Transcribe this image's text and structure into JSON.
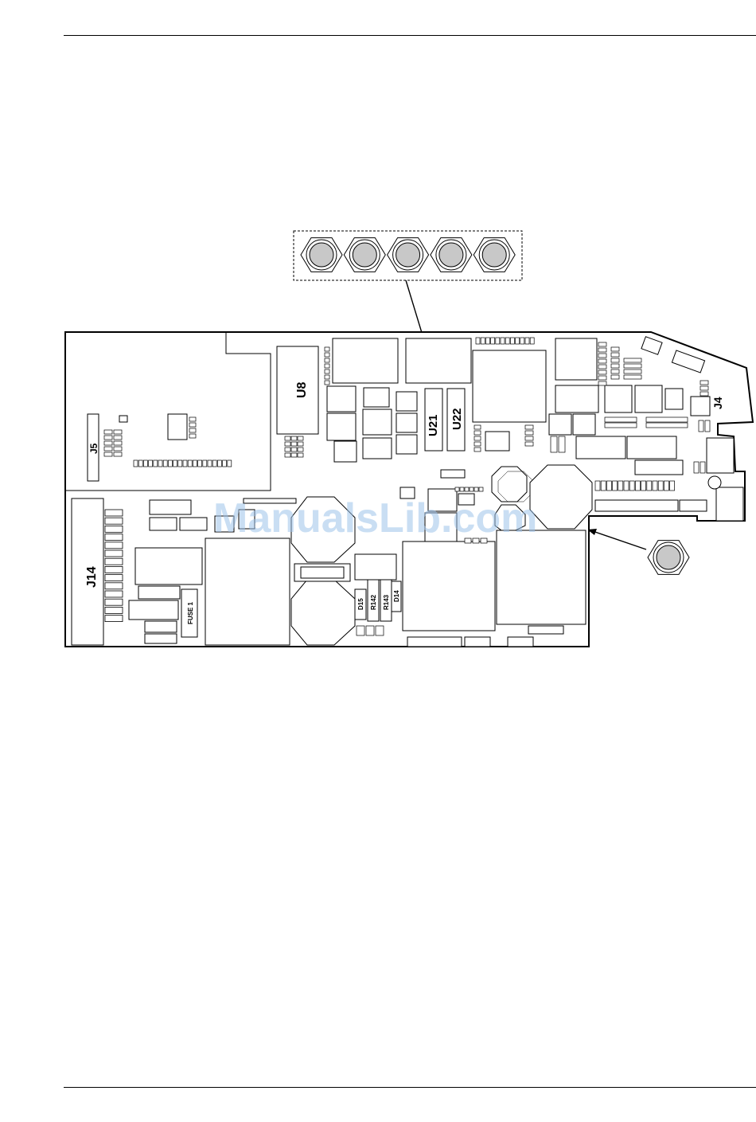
{
  "watermark": "ManualsLib.com",
  "board": {
    "labels": {
      "u8": "U8",
      "u21": "U21",
      "u22": "U22",
      "j4": "J4",
      "j5": "J5",
      "j14": "J14",
      "fuse1": "FUSE 1",
      "r142": "R142",
      "r143": "R143",
      "d14": "D14",
      "d15": "D15"
    }
  },
  "callouts": {
    "upper_group": {
      "ring_count": 5
    },
    "right_single": {
      "ring_count": 1
    }
  },
  "colors": {
    "ring_fill": "#c8c8c8",
    "ink": "#000000",
    "watermark": "#9cc3ea"
  }
}
